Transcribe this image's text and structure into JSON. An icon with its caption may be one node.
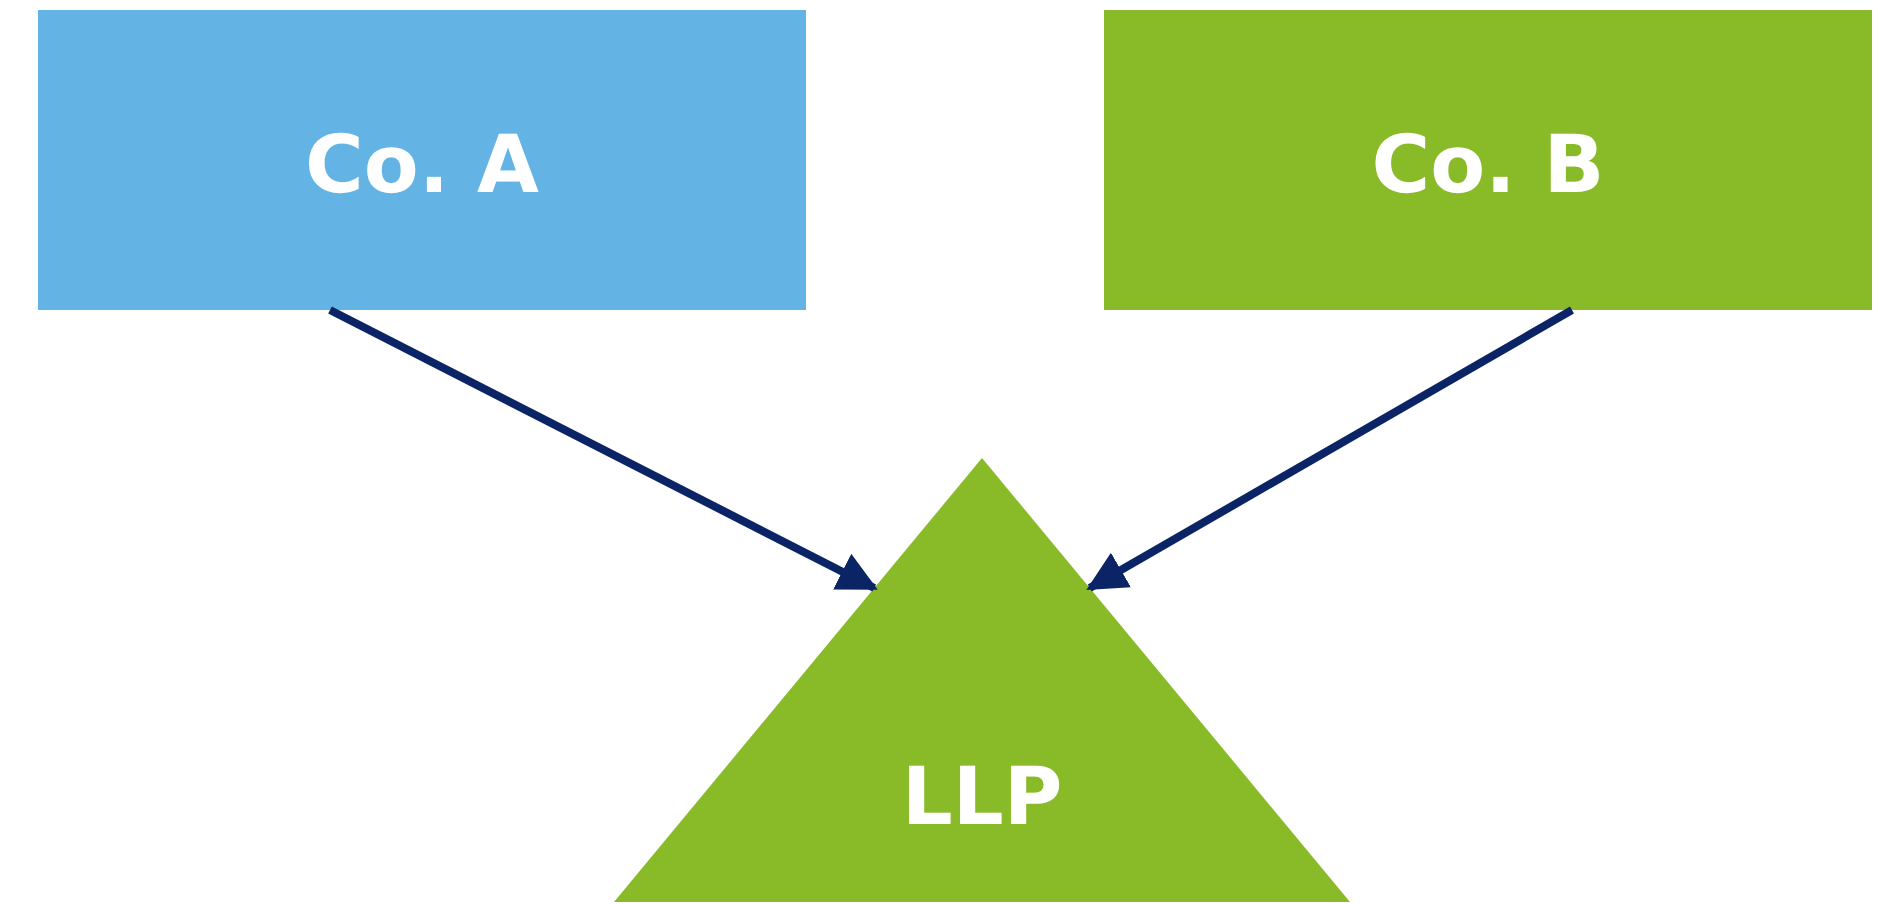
{
  "diagram": {
    "nodes": [
      {
        "text": [
          "Co. A"
        ]
      },
      {
        "text": [
          "Co. B"
        ]
      },
      {
        "text": [
          "LLP"
        ]
      }
    ],
    "edges": [
      {
        "from": 0,
        "to": 2,
        "arrow": "to"
      },
      {
        "from": 1,
        "to": 2,
        "arrow": "to"
      }
    ]
  }
}
